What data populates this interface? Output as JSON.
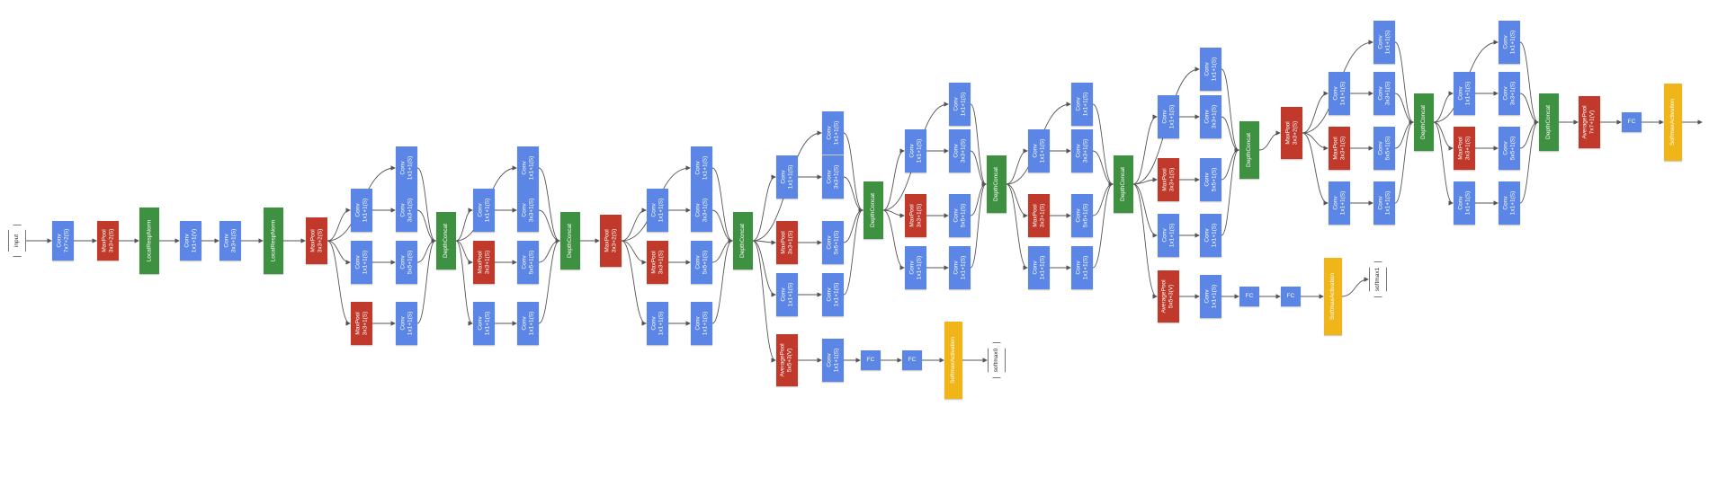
{
  "colors": {
    "conv": "#5b86e5",
    "pool": "#c0392b",
    "concat": "#3f9142",
    "softmax": "#f0b619",
    "io_border": "#777777",
    "edge": "#555555"
  },
  "nodes": [
    {
      "id": "input",
      "type": "io",
      "label": "input"
    },
    {
      "id": "c1",
      "type": "conv",
      "label": "Conv\n7x7+2(S)"
    },
    {
      "id": "p1",
      "type": "pool",
      "label": "MaxPool\n3x3+2(S)"
    },
    {
      "id": "lrn1",
      "type": "concat",
      "label": "LocalRespNorm"
    },
    {
      "id": "c2",
      "type": "conv",
      "label": "Conv\n1x1+1(V)"
    },
    {
      "id": "c3",
      "type": "conv",
      "label": "Conv\n3x3+1(S)"
    },
    {
      "id": "lrn2",
      "type": "concat",
      "label": "LocalRespNorm"
    },
    {
      "id": "p2",
      "type": "pool",
      "label": "MaxPool\n3x3+2(S)"
    },
    {
      "id": "a1",
      "type": "conv",
      "label": "Conv\n1x1+1(S)"
    },
    {
      "id": "a2",
      "type": "conv",
      "label": "Conv\n1x1+1(S)"
    },
    {
      "id": "a3",
      "type": "conv",
      "label": "Conv\n1x1+1(S)"
    },
    {
      "id": "a4",
      "type": "pool",
      "label": "MaxPool\n3x3+1(S)"
    },
    {
      "id": "a5",
      "type": "conv",
      "label": "Conv\n1x1+1(S)"
    },
    {
      "id": "a6",
      "type": "conv",
      "label": "Conv\n3x3+1(S)"
    },
    {
      "id": "a7",
      "type": "conv",
      "label": "Conv\n5x5+1(S)"
    },
    {
      "id": "a8",
      "type": "conv",
      "label": "Conv\n1x1+1(S)"
    },
    {
      "id": "dc1",
      "type": "concat",
      "label": "DepthConcat"
    },
    {
      "id": "b1",
      "type": "conv",
      "label": "Conv\n1x1+1(S)"
    },
    {
      "id": "b2",
      "type": "conv",
      "label": "Conv\n1x1+1(S)"
    },
    {
      "id": "b3",
      "type": "pool",
      "label": "MaxPool\n3x3+1(S)"
    },
    {
      "id": "b4",
      "type": "conv",
      "label": "Conv\n1x1+1(S)"
    },
    {
      "id": "b5",
      "type": "conv",
      "label": "Conv\n3x3+1(S)"
    },
    {
      "id": "b6",
      "type": "conv",
      "label": "Conv\n5x5+1(S)"
    },
    {
      "id": "b7",
      "type": "conv",
      "label": "Conv\n1x1+1(S)"
    },
    {
      "id": "dc2",
      "type": "concat",
      "label": "DepthConcat"
    },
    {
      "id": "p3",
      "type": "pool",
      "label": "MaxPool\n3x3+2(S)"
    },
    {
      "id": "d1",
      "type": "conv",
      "label": "Conv\n1x1+1(S)"
    },
    {
      "id": "d2",
      "type": "conv",
      "label": "Conv\n1x1+1(S)"
    },
    {
      "id": "d3",
      "type": "pool",
      "label": "MaxPool\n3x3+1(S)"
    },
    {
      "id": "d4",
      "type": "conv",
      "label": "Conv\n1x1+1(S)"
    },
    {
      "id": "d5",
      "type": "conv",
      "label": "Conv\n3x3+1(S)"
    },
    {
      "id": "d6",
      "type": "conv",
      "label": "Conv\n5x5+1(S)"
    },
    {
      "id": "d7",
      "type": "conv",
      "label": "Conv\n1x1+1(S)"
    },
    {
      "id": "dc3",
      "type": "concat",
      "label": "DepthConcat"
    },
    {
      "id": "e1",
      "type": "conv",
      "label": "Conv\n1x1+1(S)"
    },
    {
      "id": "e2",
      "type": "conv",
      "label": "Conv\n1x1+1(S)"
    },
    {
      "id": "e3",
      "type": "pool",
      "label": "MaxPool\n3x3+1(S)"
    },
    {
      "id": "e4",
      "type": "conv",
      "label": "Conv\n1x1+1(S)"
    },
    {
      "id": "e5",
      "type": "conv",
      "label": "Conv\n3x3+1(S)"
    },
    {
      "id": "e6",
      "type": "conv",
      "label": "Conv\n5x5+1(S)"
    },
    {
      "id": "e7",
      "type": "conv",
      "label": "Conv\n1x1+1(S)"
    },
    {
      "id": "dc4",
      "type": "concat",
      "label": "DepthConcat"
    },
    {
      "id": "x1",
      "type": "pool",
      "label": "AveragePool\n5x5+3(V)"
    },
    {
      "id": "x2",
      "type": "conv",
      "label": "Conv\n1x1+1(S)"
    },
    {
      "id": "x3",
      "type": "fc",
      "label": "FC"
    },
    {
      "id": "x4",
      "type": "fc",
      "label": "FC"
    },
    {
      "id": "x5",
      "type": "soft",
      "label": "SoftmaxActivation"
    },
    {
      "id": "x6",
      "type": "io",
      "label": "softmax0"
    },
    {
      "id": "f1",
      "type": "conv",
      "label": "Conv\n1x1+1(S)"
    },
    {
      "id": "f2",
      "type": "conv",
      "label": "Conv\n1x1+1(S)"
    },
    {
      "id": "f3",
      "type": "pool",
      "label": "MaxPool\n3x3+1(S)"
    },
    {
      "id": "f4",
      "type": "conv",
      "label": "Conv\n1x1+1(S)"
    },
    {
      "id": "f5",
      "type": "conv",
      "label": "Conv\n3x3+1(S)"
    },
    {
      "id": "f6",
      "type": "conv",
      "label": "Conv\n5x5+1(S)"
    },
    {
      "id": "f7",
      "type": "conv",
      "label": "Conv\n1x1+1(S)"
    },
    {
      "id": "dc5",
      "type": "concat",
      "label": "DepthConcat"
    },
    {
      "id": "g1",
      "type": "conv",
      "label": "Conv\n1x1+1(S)"
    },
    {
      "id": "g2",
      "type": "conv",
      "label": "Conv\n1x1+1(S)"
    },
    {
      "id": "g3",
      "type": "pool",
      "label": "MaxPool\n3x3+1(S)"
    },
    {
      "id": "g4",
      "type": "conv",
      "label": "Conv\n1x1+1(S)"
    },
    {
      "id": "g5",
      "type": "conv",
      "label": "Conv\n3x3+1(S)"
    },
    {
      "id": "g6",
      "type": "conv",
      "label": "Conv\n5x5+1(S)"
    },
    {
      "id": "g7",
      "type": "conv",
      "label": "Conv\n1x1+1(S)"
    },
    {
      "id": "dc6",
      "type": "concat",
      "label": "DepthConcat"
    },
    {
      "id": "h1",
      "type": "conv",
      "label": "Conv\n1x1+1(S)"
    },
    {
      "id": "h2",
      "type": "conv",
      "label": "Conv\n1x1+1(S)"
    },
    {
      "id": "h3",
      "type": "pool",
      "label": "MaxPool\n3x3+1(S)"
    },
    {
      "id": "h4",
      "type": "conv",
      "label": "Conv\n1x1+1(S)"
    },
    {
      "id": "h5",
      "type": "conv",
      "label": "Conv\n3x3+1(S)"
    },
    {
      "id": "h6",
      "type": "conv",
      "label": "Conv\n5x5+1(S)"
    },
    {
      "id": "h7",
      "type": "conv",
      "label": "Conv\n1x1+1(S)"
    },
    {
      "id": "dc7",
      "type": "concat",
      "label": "DepthConcat"
    },
    {
      "id": "y1",
      "type": "pool",
      "label": "AveragePool\n5x5+3(V)"
    },
    {
      "id": "y2",
      "type": "conv",
      "label": "Conv\n1x1+1(S)"
    },
    {
      "id": "y3",
      "type": "fc",
      "label": "FC"
    },
    {
      "id": "y4",
      "type": "fc",
      "label": "FC"
    },
    {
      "id": "y5",
      "type": "soft",
      "label": "SoftmaxActivation"
    },
    {
      "id": "y6",
      "type": "io",
      "label": "softmax1"
    },
    {
      "id": "p4",
      "type": "pool",
      "label": "MaxPool\n3x3+2(S)"
    },
    {
      "id": "i1",
      "type": "conv",
      "label": "Conv\n1x1+1(S)"
    },
    {
      "id": "i2",
      "type": "conv",
      "label": "Conv\n1x1+1(S)"
    },
    {
      "id": "i3",
      "type": "pool",
      "label": "MaxPool\n3x3+1(S)"
    },
    {
      "id": "i4",
      "type": "conv",
      "label": "Conv\n1x1+1(S)"
    },
    {
      "id": "i5",
      "type": "conv",
      "label": "Conv\n3x3+1(S)"
    },
    {
      "id": "i6",
      "type": "conv",
      "label": "Conv\n5x5+1(S)"
    },
    {
      "id": "i7",
      "type": "conv",
      "label": "Conv\n1x1+1(S)"
    },
    {
      "id": "dc8",
      "type": "concat",
      "label": "DepthConcat"
    },
    {
      "id": "j1",
      "type": "conv",
      "label": "Conv\n1x1+1(S)"
    },
    {
      "id": "j2",
      "type": "conv",
      "label": "Conv\n1x1+1(S)"
    },
    {
      "id": "j3",
      "type": "pool",
      "label": "MaxPool\n3x3+1(S)"
    },
    {
      "id": "j4",
      "type": "conv",
      "label": "Conv\n1x1+1(S)"
    },
    {
      "id": "j5",
      "type": "conv",
      "label": "Conv\n3x3+1(S)"
    },
    {
      "id": "j6",
      "type": "conv",
      "label": "Conv\n5x5+1(S)"
    },
    {
      "id": "j7",
      "type": "conv",
      "label": "Conv\n1x1+1(S)"
    },
    {
      "id": "dc9",
      "type": "concat",
      "label": "DepthConcat"
    },
    {
      "id": "k1",
      "type": "pool",
      "label": "AveragePool\n7x7+1(V)"
    },
    {
      "id": "k2",
      "type": "fc",
      "label": "FC"
    },
    {
      "id": "k3",
      "type": "soft",
      "label": "SoftmaxActivation"
    }
  ],
  "edges": [
    [
      "input",
      "c1"
    ],
    [
      "c1",
      "p1"
    ],
    [
      "p1",
      "lrn1"
    ],
    [
      "lrn1",
      "c2"
    ],
    [
      "c2",
      "c3"
    ],
    [
      "c3",
      "lrn2"
    ],
    [
      "lrn2",
      "p2"
    ],
    [
      "p2",
      "a1"
    ],
    [
      "p2",
      "a2"
    ],
    [
      "p2",
      "a3"
    ],
    [
      "p2",
      "a4"
    ],
    [
      "a2",
      "a6"
    ],
    [
      "a3",
      "a7"
    ],
    [
      "a4",
      "a8"
    ],
    [
      "a1",
      "dc1"
    ],
    [
      "a6",
      "dc1"
    ],
    [
      "a7",
      "dc1"
    ],
    [
      "a8",
      "dc1"
    ],
    [
      "dc1",
      "b1"
    ],
    [
      "dc1",
      "b2"
    ],
    [
      "dc1",
      "b3"
    ],
    [
      "dc1",
      "b4"
    ],
    [
      "b2",
      "b5"
    ],
    [
      "b3",
      "b6"
    ],
    [
      "b4",
      "b7"
    ],
    [
      "b1",
      "dc2"
    ],
    [
      "b5",
      "dc2"
    ],
    [
      "b6",
      "dc2"
    ],
    [
      "b7",
      "dc2"
    ],
    [
      "dc2",
      "p3"
    ],
    [
      "p3",
      "d1"
    ],
    [
      "p3",
      "d2"
    ],
    [
      "p3",
      "d3"
    ],
    [
      "p3",
      "d4"
    ],
    [
      "d2",
      "d5"
    ],
    [
      "d3",
      "d6"
    ],
    [
      "d4",
      "d7"
    ],
    [
      "d1",
      "dc3"
    ],
    [
      "d5",
      "dc3"
    ],
    [
      "d6",
      "dc3"
    ],
    [
      "d7",
      "dc3"
    ],
    [
      "dc3",
      "e1"
    ],
    [
      "dc3",
      "e2"
    ],
    [
      "dc3",
      "e3"
    ],
    [
      "dc3",
      "e4"
    ],
    [
      "dc3",
      "x1"
    ],
    [
      "e2",
      "e5"
    ],
    [
      "e3",
      "e6"
    ],
    [
      "e4",
      "e7"
    ],
    [
      "e1",
      "dc4"
    ],
    [
      "e5",
      "dc4"
    ],
    [
      "e6",
      "dc4"
    ],
    [
      "e7",
      "dc4"
    ],
    [
      "x1",
      "x2"
    ],
    [
      "x2",
      "x3"
    ],
    [
      "x3",
      "x4"
    ],
    [
      "x4",
      "x5"
    ],
    [
      "x5",
      "x6"
    ],
    [
      "dc4",
      "f1"
    ],
    [
      "dc4",
      "f2"
    ],
    [
      "dc4",
      "f3"
    ],
    [
      "dc4",
      "f4"
    ],
    [
      "f2",
      "f5"
    ],
    [
      "f3",
      "f6"
    ],
    [
      "f4",
      "f7"
    ],
    [
      "f1",
      "dc5"
    ],
    [
      "f5",
      "dc5"
    ],
    [
      "f6",
      "dc5"
    ],
    [
      "f7",
      "dc5"
    ],
    [
      "dc5",
      "g1"
    ],
    [
      "dc5",
      "g2"
    ],
    [
      "dc5",
      "g3"
    ],
    [
      "dc5",
      "g4"
    ],
    [
      "g2",
      "g5"
    ],
    [
      "g3",
      "g6"
    ],
    [
      "g4",
      "g7"
    ],
    [
      "g1",
      "dc6"
    ],
    [
      "g5",
      "dc6"
    ],
    [
      "g6",
      "dc6"
    ],
    [
      "g7",
      "dc6"
    ],
    [
      "dc6",
      "h1"
    ],
    [
      "dc6",
      "h2"
    ],
    [
      "dc6",
      "h3"
    ],
    [
      "dc6",
      "h4"
    ],
    [
      "dc6",
      "y1"
    ],
    [
      "h2",
      "h5"
    ],
    [
      "h3",
      "h6"
    ],
    [
      "h4",
      "h7"
    ],
    [
      "h1",
      "dc7"
    ],
    [
      "h5",
      "dc7"
    ],
    [
      "h6",
      "dc7"
    ],
    [
      "h7",
      "dc7"
    ],
    [
      "y1",
      "y2"
    ],
    [
      "y2",
      "y3"
    ],
    [
      "y3",
      "y4"
    ],
    [
      "y4",
      "y5"
    ],
    [
      "y5",
      "y6"
    ],
    [
      "dc7",
      "p4"
    ],
    [
      "p4",
      "i1"
    ],
    [
      "p4",
      "i2"
    ],
    [
      "p4",
      "i3"
    ],
    [
      "p4",
      "i4"
    ],
    [
      "i2",
      "i5"
    ],
    [
      "i3",
      "i6"
    ],
    [
      "i4",
      "i7"
    ],
    [
      "i1",
      "dc8"
    ],
    [
      "i5",
      "dc8"
    ],
    [
      "i6",
      "dc8"
    ],
    [
      "i7",
      "dc8"
    ],
    [
      "dc8",
      "j1"
    ],
    [
      "dc8",
      "j2"
    ],
    [
      "dc8",
      "j3"
    ],
    [
      "dc8",
      "j4"
    ],
    [
      "j2",
      "j5"
    ],
    [
      "j3",
      "j6"
    ],
    [
      "j4",
      "j7"
    ],
    [
      "j1",
      "dc9"
    ],
    [
      "j5",
      "dc9"
    ],
    [
      "j6",
      "dc9"
    ],
    [
      "j7",
      "dc9"
    ],
    [
      "dc9",
      "k1"
    ],
    [
      "k1",
      "k2"
    ],
    [
      "k2",
      "k3"
    ]
  ]
}
